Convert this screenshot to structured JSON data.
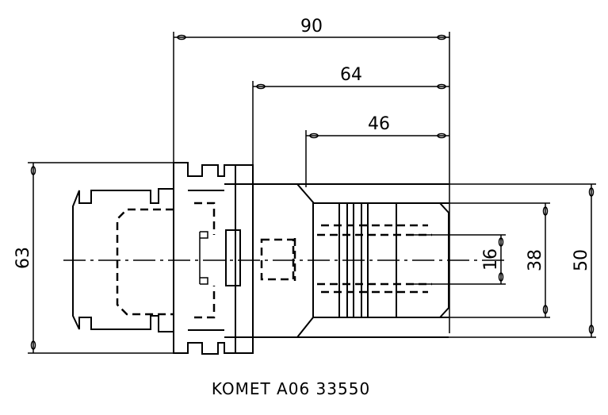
{
  "dimensions": {
    "overall_length": "90",
    "length_64": "64",
    "length_46": "46",
    "flange_diameter": "63",
    "body_diameter": "50",
    "bore_38": "38",
    "bore_16": "16"
  },
  "caption": "KOMET A06 33550"
}
